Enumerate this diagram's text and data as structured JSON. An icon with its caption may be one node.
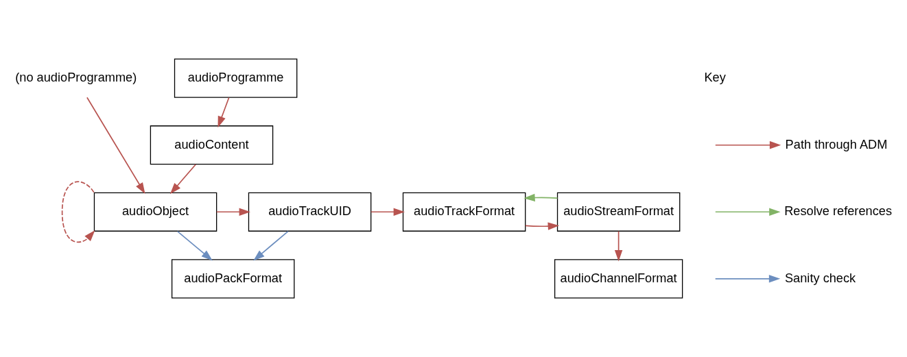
{
  "diagram": {
    "nodes": [
      {
        "text": [
          "(no audioProgramme)"
        ]
      },
      {
        "text": [
          "audioProgramme"
        ]
      },
      {
        "text": [
          "audioContent"
        ]
      },
      {
        "text": [
          "audioObject"
        ]
      },
      {
        "text": [
          "audioTrackUID"
        ]
      },
      {
        "text": [
          "audioTrackFormat"
        ]
      },
      {
        "text": [
          "audioStreamFormat"
        ]
      },
      {
        "text": [
          "audioPackFormat"
        ]
      },
      {
        "text": [
          "audioChannelFormat"
        ]
      }
    ],
    "edges": [
      {
        "from": 0,
        "to": 3,
        "arrow": "to"
      },
      {
        "from": 1,
        "to": 2,
        "arrow": "to"
      },
      {
        "from": 2,
        "to": 3,
        "arrow": "to"
      },
      {
        "from": 3,
        "to": 3,
        "arrow": "to",
        "style": "dashed"
      },
      {
        "from": 3,
        "to": 4,
        "arrow": "to"
      },
      {
        "from": 4,
        "to": 5,
        "arrow": "to"
      },
      {
        "from": 5,
        "to": 6,
        "arrow": "to"
      },
      {
        "from": 6,
        "to": 5,
        "arrow": "to",
        "color": "#82b366"
      },
      {
        "from": 6,
        "to": 8,
        "arrow": "to"
      },
      {
        "from": 3,
        "to": 7,
        "arrow": "to",
        "color": "#6c8ebf"
      },
      {
        "from": 4,
        "to": 7,
        "arrow": "to",
        "color": "#6c8ebf"
      }
    ],
    "labels": [
      "Key"
    ],
    "legend": [
      {
        "text": "Path through ADM",
        "color": "#b85450"
      },
      {
        "text": "Resolve references",
        "color": "#82b366"
      },
      {
        "text": "Sanity check",
        "color": "#6c8ebf"
      }
    ]
  }
}
